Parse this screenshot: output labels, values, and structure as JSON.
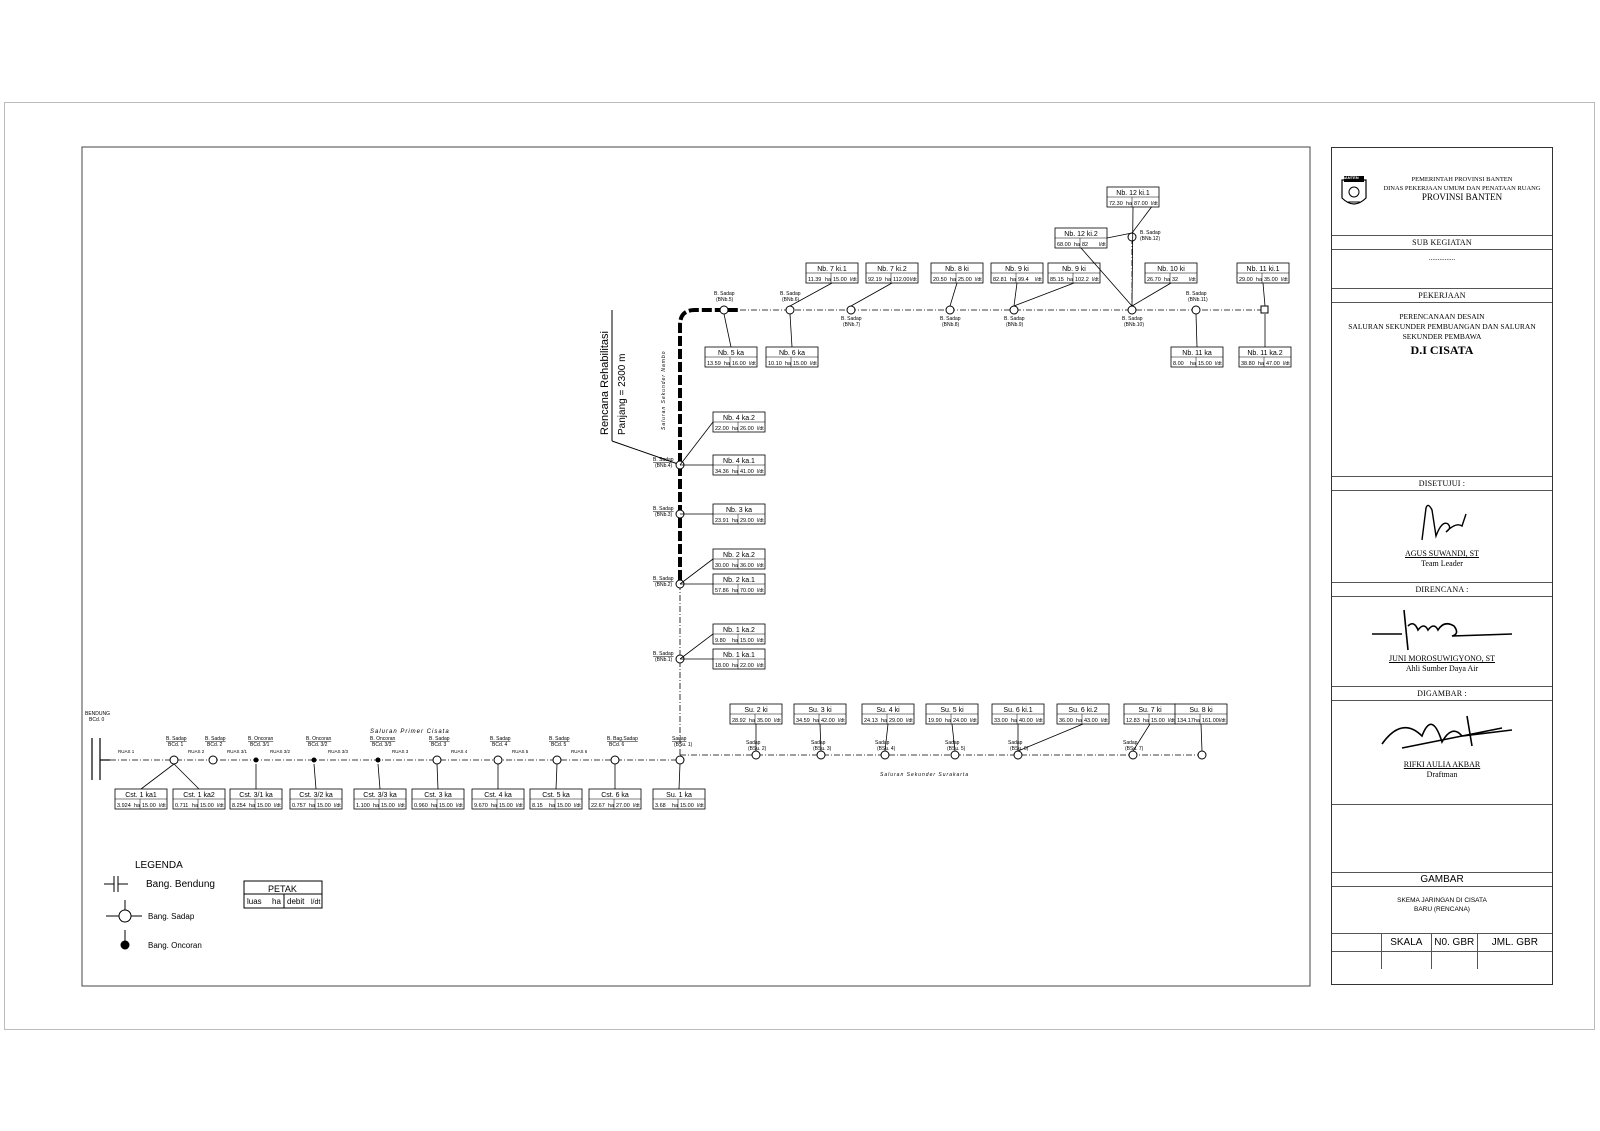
{
  "diagram": {
    "rehab_title": "Rencana Rehabilitasi",
    "rehab_length": "Panjang = 2300 m",
    "bendung_label": "BENDUNG",
    "bendung_code": "BCd. 0",
    "channel_primary": "Saluran Primer Cisata",
    "channel_surakarta": "Saluran Sekunder Surakarta",
    "channel_nambo": "Saluran Sekunder Nambo",
    "primary_structures": [
      {
        "name": "B. Sadap",
        "code": "BCd. 1"
      },
      {
        "name": "B. Sadap",
        "code": "BCd. 2"
      },
      {
        "name": "B. Oncoran",
        "code": "BCd. 3/1"
      },
      {
        "name": "B. Oncoran",
        "code": "BCd. 3/2"
      },
      {
        "name": "B. Oncoran",
        "code": "BCd. 3/3"
      },
      {
        "name": "B. Sadap",
        "code": "BCd. 3"
      },
      {
        "name": "B. Sadap",
        "code": "BCd. 4"
      },
      {
        "name": "B. Sadap",
        "code": "BCd. 5"
      },
      {
        "name": "B. Bag.Sadap",
        "code": "BCd. 6"
      },
      {
        "name": "Sadap",
        "code": "(BSu. 1)"
      }
    ],
    "primary_ruas": [
      "RUAS 1",
      "RUAS 2",
      "RUAS 3/1",
      "RUAS 3/2",
      "RUAS 3/3",
      "RUAS 3",
      "RUAS 4",
      "RUAS 5",
      "RUAS 6"
    ],
    "surakarta_structures": [
      {
        "name": "Sadap",
        "code": "(BSu. 2)"
      },
      {
        "name": "Sadap",
        "code": "(BSu. 3)"
      },
      {
        "name": "Sadap",
        "code": "(BSu. 4)"
      },
      {
        "name": "Sadap",
        "code": "(BSu. 5)"
      },
      {
        "name": "Sadap",
        "code": "(BSu. 6)"
      },
      {
        "name": "Sadap",
        "code": "(BSu. 7)"
      }
    ],
    "nambo_structures": [
      {
        "name": "B. Sadap",
        "code": "(BNb.1)"
      },
      {
        "name": "B. Sadap",
        "code": "(BNb.2)"
      },
      {
        "name": "B. Sadap",
        "code": "(BNb.3)"
      },
      {
        "name": "B. Sadap",
        "code": "(BNb.4)"
      },
      {
        "name": "B. Sadap",
        "code": "(BNb.5)"
      },
      {
        "name": "B. Sadap",
        "code": "(BNb.6)"
      },
      {
        "name": "B. Sadap",
        "code": "(BNb.7)"
      },
      {
        "name": "B. Sadap",
        "code": "(BNb.8)"
      },
      {
        "name": "B. Sadap",
        "code": "(BNb.9)"
      },
      {
        "name": "B. Sadap",
        "code": "(BNb.10)"
      },
      {
        "name": "B. Sadap",
        "code": "(BNb.11)"
      },
      {
        "name": "B. Sadap",
        "code": "(BNb.12)"
      }
    ],
    "bottom_boxes": [
      {
        "name": "Cst. 1 ka1",
        "area": "3.924",
        "unit": "ha",
        "debit": "15.00",
        "dunit": "l/dt"
      },
      {
        "name": "Cst. 1 ka2",
        "area": "0.711",
        "unit": "ha",
        "debit": "15.00",
        "dunit": "l/dt"
      },
      {
        "name": "Cst. 3/1 ka",
        "area": "8.254",
        "unit": "ha",
        "debit": "15.00",
        "dunit": "l/dt"
      },
      {
        "name": "Cst. 3/2 ka",
        "area": "0.757",
        "unit": "ha",
        "debit": "15.00",
        "dunit": "l/dt"
      },
      {
        "name": "Cst. 3/3 ka",
        "area": "1.100",
        "unit": "ha",
        "debit": "15.00",
        "dunit": "l/dt"
      },
      {
        "name": "Cst. 3 ka",
        "area": "0.960",
        "unit": "ha",
        "debit": "15.00",
        "dunit": "l/dt"
      },
      {
        "name": "Cst. 4 ka",
        "area": "9.670",
        "unit": "ha",
        "debit": "15.00",
        "dunit": "l/dt"
      },
      {
        "name": "Cst. 5 ka",
        "area": "8.15",
        "unit": "ha",
        "debit": "15.00",
        "dunit": "l/dt"
      },
      {
        "name": "Cst. 6 ka",
        "area": "22.67",
        "unit": "ha",
        "debit": "27.00",
        "dunit": "l/dt"
      },
      {
        "name": "Su. 1 ka",
        "area": "3.68",
        "unit": "ha",
        "debit": "15.00",
        "dunit": "l/dt"
      }
    ],
    "su_boxes": [
      {
        "name": "Su. 2 ki",
        "area": "28.92",
        "unit": "ha",
        "debit": "35.00",
        "dunit": "l/dt"
      },
      {
        "name": "Su. 3 ki",
        "area": "34.59",
        "unit": "ha",
        "debit": "42.00",
        "dunit": "l/dt"
      },
      {
        "name": "Su. 4 ki",
        "area": "24.13",
        "unit": "ha",
        "debit": "29.00",
        "dunit": "l/dt"
      },
      {
        "name": "Su. 5 ki",
        "area": "19.90",
        "unit": "ha",
        "debit": "24.00",
        "dunit": "l/dt"
      },
      {
        "name": "Su. 6 ki.1",
        "area": "33.00",
        "unit": "ha",
        "debit": "40.00",
        "dunit": "l/dt"
      },
      {
        "name": "Su. 6 ki.2",
        "area": "36.00",
        "unit": "ha",
        "debit": "43.00",
        "dunit": "l/dt"
      },
      {
        "name": "Su. 7 ki",
        "area": "12.83",
        "unit": "ha",
        "debit": "15.00",
        "dunit": "l/dt"
      },
      {
        "name": "Su. 8 ki",
        "area": "134.17",
        "unit": "ha",
        "debit": "161.00",
        "dunit": "l/dt"
      }
    ],
    "nb_side_boxes": [
      {
        "name": "Nb. 1 ka.1",
        "area": "18.00",
        "unit": "ha",
        "debit": "22.00",
        "dunit": "l/dt"
      },
      {
        "name": "Nb. 1 ka.2",
        "area": "9.80",
        "unit": "ha",
        "debit": "15.00",
        "dunit": "l/dt"
      },
      {
        "name": "Nb. 2 ka.1",
        "area": "57.86",
        "unit": "ha",
        "debit": "70.00",
        "dunit": "l/dt"
      },
      {
        "name": "Nb. 2 ka.2",
        "area": "30.00",
        "unit": "ha",
        "debit": "36.00",
        "dunit": "l/dt"
      },
      {
        "name": "Nb. 3 ka",
        "area": "23.91",
        "unit": "ha",
        "debit": "29.00",
        "dunit": "l/dt"
      },
      {
        "name": "Nb. 4 ka.1",
        "area": "34.36",
        "unit": "ha",
        "debit": "41.00",
        "dunit": "l/dt"
      },
      {
        "name": "Nb. 4 ka.2",
        "area": "22.00",
        "unit": "ha",
        "debit": "26.00",
        "dunit": "l/dt"
      }
    ],
    "nb_top_boxes": [
      {
        "name": "Nb. 7 ki.1",
        "area": "11.39",
        "unit": "ha",
        "debit": "15.00",
        "dunit": "l/dt"
      },
      {
        "name": "Nb. 7 ki.2",
        "area": "92.19",
        "unit": "ha",
        "debit": "112.00",
        "dunit": "l/dt"
      },
      {
        "name": "Nb. 8 ki",
        "area": "20.50",
        "unit": "ha",
        "debit": "25.00",
        "dunit": "l/dt"
      },
      {
        "name": "Nb. 9 ki",
        "area": "82.81",
        "unit": "ha",
        "debit": "99.4",
        "dunit": "l/dt"
      },
      {
        "name": "Nb. 9 ki",
        "area": "85.15",
        "unit": "ha",
        "debit": "102.2",
        "dunit": "l/dt"
      },
      {
        "name": "Nb. 10 ki",
        "area": "26.70",
        "unit": "ha",
        "debit": "32",
        "dunit": "l/dt"
      },
      {
        "name": "Nb. 11 ki.1",
        "area": "29.00",
        "unit": "ha",
        "debit": "35.00",
        "dunit": "l/dt"
      },
      {
        "name": "Nb. 12 ki.2",
        "area": "68.00",
        "unit": "ha",
        "debit": "82",
        "dunit": "l/dt"
      },
      {
        "name": "Nb. 12 ki.1",
        "area": "72.30",
        "unit": "ha",
        "debit": "87.00",
        "dunit": "l/dt"
      }
    ],
    "nb_lower_boxes": [
      {
        "name": "Nb. 5 ka",
        "area": "13.59",
        "unit": "ha",
        "debit": "16.00",
        "dunit": "l/dt"
      },
      {
        "name": "Nb. 6 ka",
        "area": "10.10",
        "unit": "ha",
        "debit": "15.00",
        "dunit": "l/dt"
      },
      {
        "name": "Nb. 11 ka",
        "area": "8.00",
        "unit": "ha",
        "debit": "15.00",
        "dunit": "l/dt"
      },
      {
        "name": "Nb. 11 ka.2",
        "area": "38.80",
        "unit": "ha",
        "debit": "47.00",
        "dunit": "l/dt"
      }
    ],
    "legend": {
      "title": "LEGENDA",
      "bendung": "Bang. Bendung",
      "sadap": "Bang. Sadap",
      "oncoran": "Bang. Oncoran",
      "petak_title": "PETAK",
      "petak_luas": "luas",
      "petak_ha": "ha",
      "petak_debit": "debit",
      "petak_unit": "l/dt"
    }
  },
  "titleblock": {
    "gov1": "PEMERINTAH PROVINSI BANTEN",
    "gov2": "DINAS PEKERJAAN UMUM DAN PENATAAN RUANG",
    "gov3": "PROVINSI BANTEN",
    "logo_text": "BANTEN",
    "sub_kegiatan": "SUB KEGIATAN",
    "sub_kegiatan_value": "...............",
    "pekerjaan": "PEKERJAAN",
    "pekerjaan1": "PERENCANAAN DESAIN",
    "pekerjaan2": "SALURAN SEKUNDER PEMBUANGAN DAN SALURAN",
    "pekerjaan3": "SEKUNDER PEMBAWA",
    "project": "D.I CISATA",
    "disetujui": "DISETUJUI :",
    "approver_name": "AGUS SUWANDI, ST",
    "approver_role": "Team Leader",
    "direncana": "DIRENCANA :",
    "planner_name": "JUNI MOROSUWIGYONO, ST",
    "planner_role": "Ahli Sumber Daya Air",
    "digambar": "DIGAMBAR :",
    "drafter_name": "RIFKI AULIA AKBAR",
    "drafter_role": "Draftman",
    "gambar": "GAMBAR",
    "gambar1": "SKEMA JARINGAN DI CISATA",
    "gambar2": "BARU (RENCANA)",
    "skala": "SKALA",
    "no_gbr": "N0. GBR",
    "jml_gbr": "JML. GBR"
  }
}
